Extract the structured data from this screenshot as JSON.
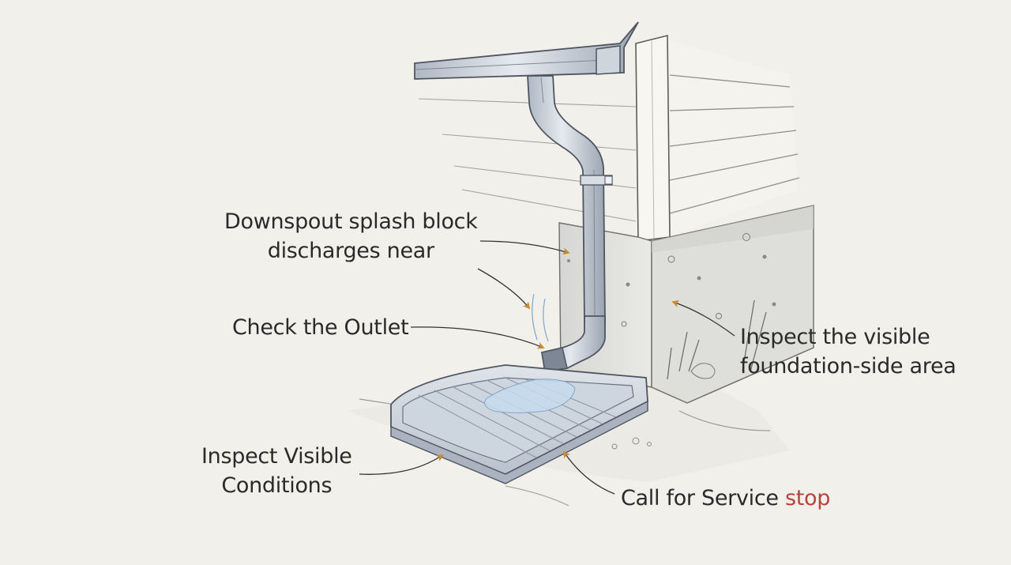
{
  "labels": {
    "downspout": {
      "line1": "Downspout splash block",
      "line2": "discharges near"
    },
    "outlet": "Check the Outlet",
    "foundation": {
      "line1": "Inspect the visible",
      "line2": "foundation-side area"
    },
    "conditions": {
      "line1": "Inspect Visible",
      "line2": "Conditions"
    },
    "service": {
      "text": "Call for Service",
      "accent": "stop"
    }
  },
  "colors": {
    "background": "#f1f0ea",
    "ink": "#2a2a2a",
    "arrow": "#c9892e",
    "accent": "#b8433a",
    "metal": "#c9d0da",
    "water": "#c6dcef"
  }
}
